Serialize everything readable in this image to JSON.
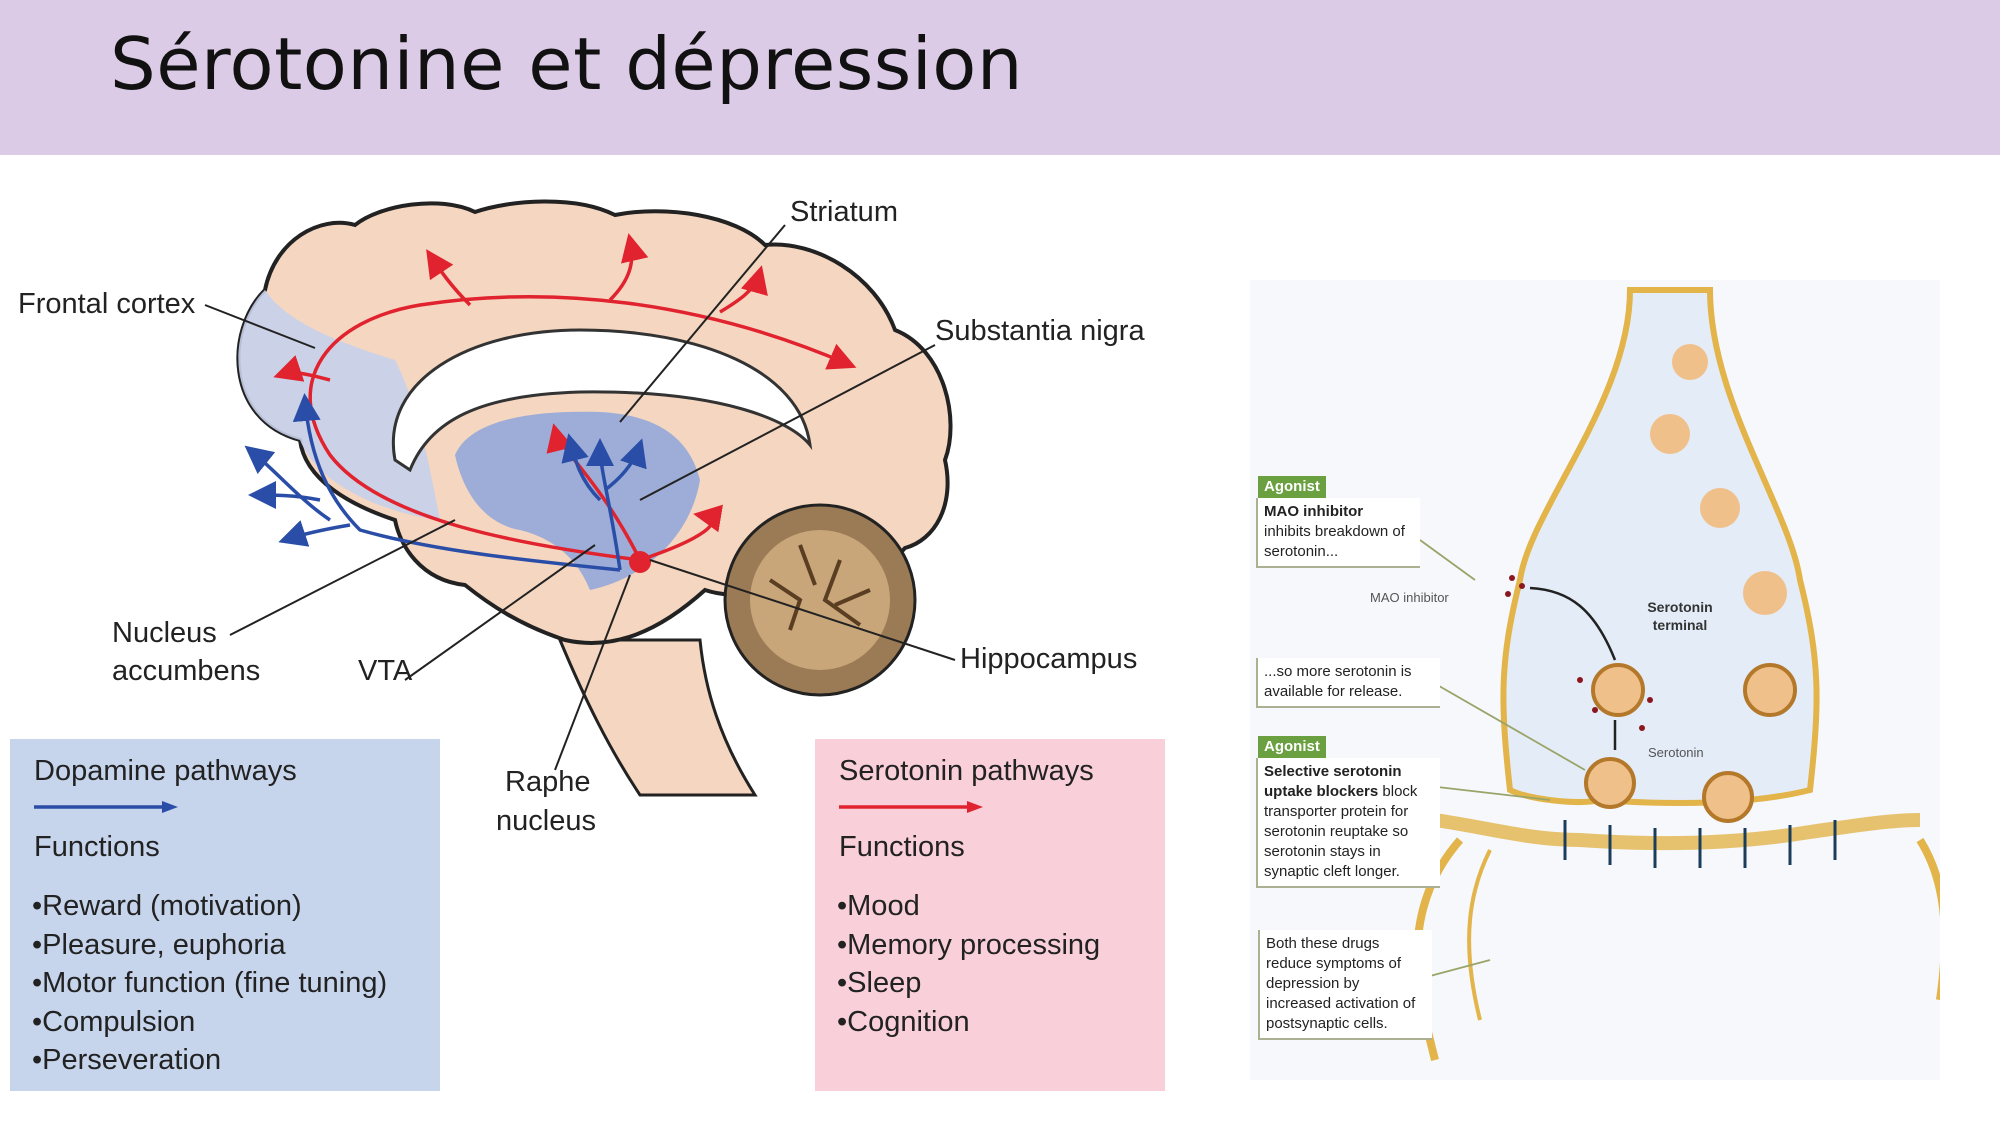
{
  "title": "Sérotonine et dépression",
  "colors": {
    "title_bar": "#dccbe6",
    "dopamine": "#2a4ea8",
    "serotonin": "#e0232e",
    "dopamine_box": "#c6d4ec",
    "serotonin_box": "#f9d0da"
  },
  "brain": {
    "labels": {
      "frontal_cortex": "Frontal cortex",
      "striatum": "Striatum",
      "substantia_nigra": "Substantia nigra",
      "nucleus_accumbens_1": "Nucleus",
      "nucleus_accumbens_2": "accumbens",
      "vta": "VTA",
      "hippocampus": "Hippocampus",
      "raphe_1": "Raphe",
      "raphe_2": "nucleus"
    }
  },
  "legend_dopamine": {
    "title": "Dopamine pathways",
    "functions_label": "Functions",
    "items": [
      "•Reward (motivation)",
      "•Pleasure, euphoria",
      "•Motor function (fine tuning)",
      "•Compulsion",
      "•Perseveration"
    ]
  },
  "legend_serotonin": {
    "title": "Serotonin pathways",
    "functions_label": "Functions",
    "items": [
      "•Mood",
      "•Memory processing",
      "•Sleep",
      "•Cognition"
    ]
  },
  "synapse": {
    "agonist_tag_1": "Agonist",
    "agonist_tag_2": "Agonist",
    "mao_title": "MAO inhibitor",
    "mao_text": "inhibits breakdown of serotonin...",
    "more_serotonin": "...so more serotonin is available for release.",
    "ssri_title": "Selective serotonin uptake blockers",
    "ssri_text": "block transporter protein for serotonin reuptake so serotonin stays in synaptic cleft longer.",
    "both_drugs": "Both these drugs reduce symptoms of depression by increased activation of postsynaptic cells.",
    "mao_inhibitor_label": "MAO inhibitor",
    "terminal_label_1": "Serotonin",
    "terminal_label_2": "terminal",
    "serotonin_label": "Serotonin"
  }
}
